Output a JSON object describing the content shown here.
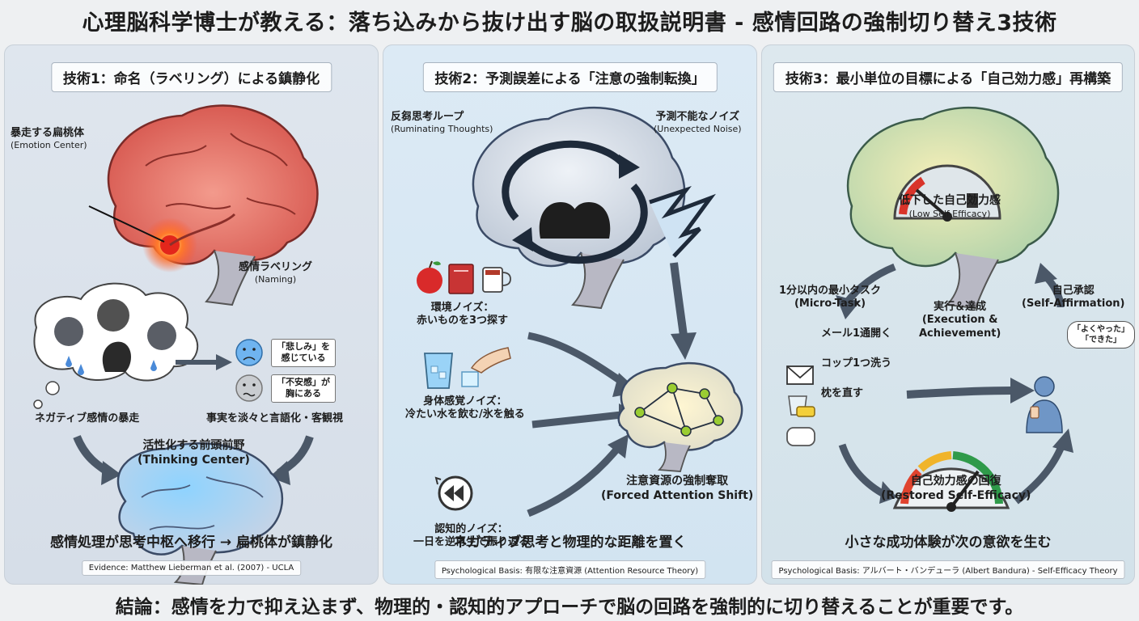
{
  "title": "心理脳科学博士が教える：落ち込みから抜け出す脳の取扱説明書 - 感情回路の強制切り替え3技術",
  "conclusion": "結論：感情を力で抑え込まず、物理的・認知的アプローチで脳の回路を強制的に切り替えることが重要です。",
  "panels": [
    {
      "title": "技術1：命名（ラベリング）による鎮静化",
      "amygdala": {
        "label": "暴走する扁桃体",
        "sub": "(Emotion Center)"
      },
      "negative": "ネガティブ感情の暴走",
      "naming": {
        "label": "感情ラベリング",
        "sub": "(Naming)"
      },
      "tag1": "「悲しみ」を\n感じている",
      "tag2": "「不安感」が\n胸にある",
      "verbalize": "事実を淡々と言語化・客観視",
      "prefrontal": {
        "label": "活性化する前頭前野",
        "sub": "(Thinking Center)"
      },
      "summary": "感情処理が思考中枢へ移行 → 扁桃体が鎮静化",
      "basis": "Evidence: Matthew Lieberman et al. (2007) - UCLA"
    },
    {
      "title": "技術2：予測誤差による「注意の強制転換」",
      "rumination": {
        "label": "反芻思考ループ",
        "sub": "(Ruminating Thoughts)"
      },
      "noise": {
        "label": "予測不能なノイズ",
        "sub": "(Unexpected Noise)"
      },
      "env": {
        "label": "環境ノイズ：",
        "sub": "赤いものを3つ探す"
      },
      "body": {
        "label": "身体感覚ノイズ：",
        "sub": "冷たい水を飲む/氷を触る"
      },
      "cog": {
        "label": "認知的ノイズ：",
        "sub": "一日を逆再生で振り返る"
      },
      "shift": {
        "label": "注意資源の強制奪取",
        "sub": "(Forced Attention Shift)"
      },
      "summary": "ネガティブ思考と物理的な距離を置く",
      "basis": "Psychological Basis: 有限な注意資源 (Attention Resource Theory)"
    },
    {
      "title": "技術3：最小単位の目標による「自己効力感」再構築",
      "low": {
        "label": "低下した自己効力感",
        "sub": "(Low Self-Efficacy)"
      },
      "micro": {
        "label": "1分以内の最小タスク",
        "sub": "(Micro-Task)"
      },
      "tasks": [
        "メール1通開く",
        "コップ1つ洗う",
        "枕を直す"
      ],
      "exec": {
        "label": "実行＆達成",
        "sub1": "(Execution &",
        "sub2": "Achievement)"
      },
      "affirm": {
        "label": "自己承認",
        "sub": "(Self-Affirmation)"
      },
      "speech": "「よくやった」\n「できた」",
      "restored": {
        "label": "自己効力感の回復",
        "sub": "(Restored Self-Efficacy)"
      },
      "summary": "小さな成功体験が次の意欲を生む",
      "basis": "Psychological Basis: アルバート・バンデューラ (Albert Bandura) - Self-Efficacy Theory"
    }
  ]
}
